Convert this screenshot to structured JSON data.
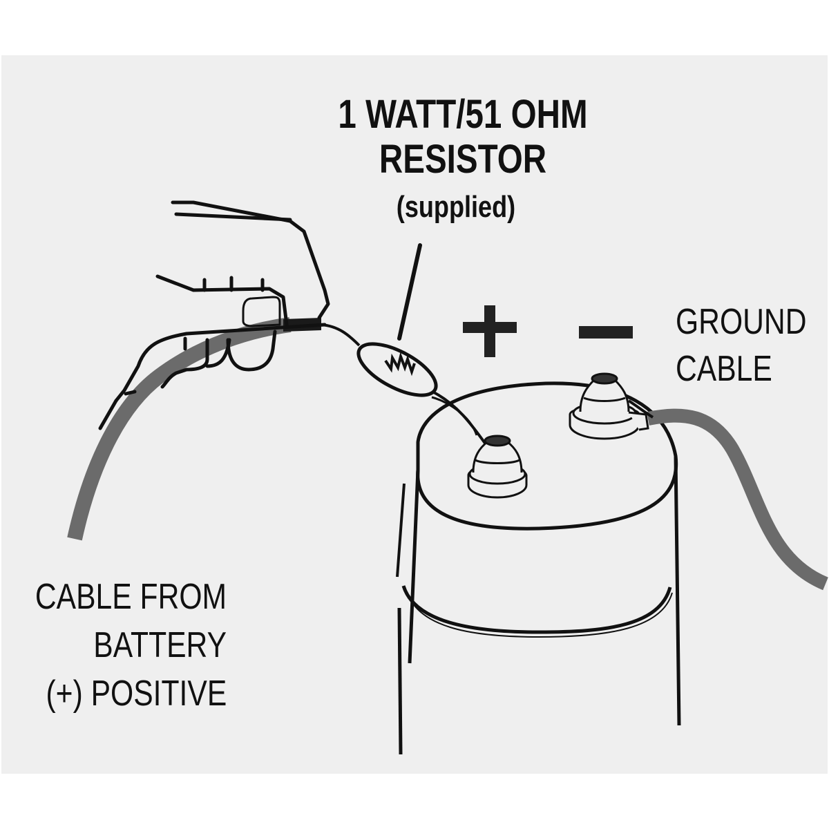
{
  "diagram": {
    "type": "wiring-instruction-illustration",
    "resistor_label": {
      "line1": "1 WATT/51 OHM",
      "line2": "RESISTOR",
      "line3": "(supplied)"
    },
    "terminal_symbols": {
      "positive": "+",
      "negative": "–"
    },
    "ground_label": {
      "line1": "GROUND",
      "line2": "CABLE"
    },
    "battery_cable_label": {
      "line1": "CABLE FROM",
      "line2": "BATTERY",
      "line3": "(+) POSITIVE"
    },
    "colors": {
      "background": "#efefef",
      "line": "#111111",
      "cable": "#6b6b6b"
    }
  }
}
